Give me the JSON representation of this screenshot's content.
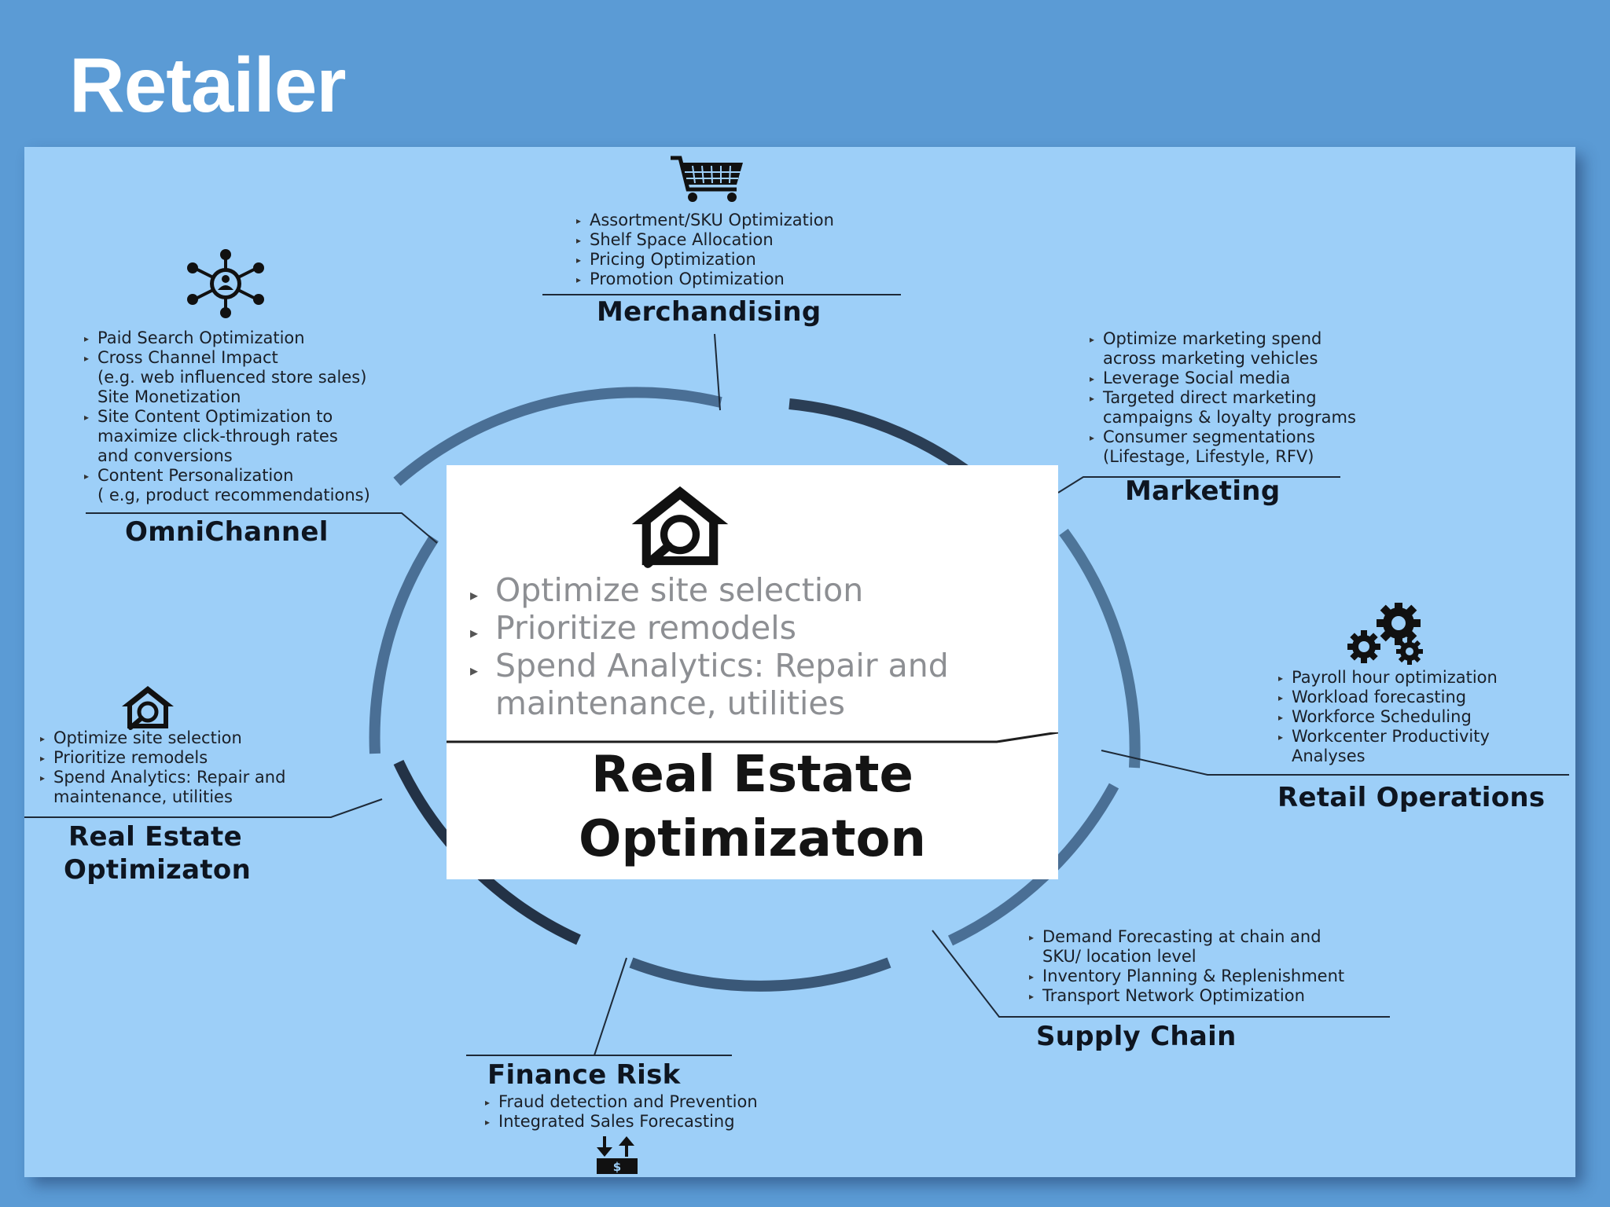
{
  "slide": {
    "title": "Retailer"
  },
  "center": {
    "title_line1": "Real Estate",
    "title_line2": "Optimizaton",
    "bullets": [
      "Optimize site selection",
      "Prioritize remodels",
      "Spend Analytics: Repair and",
      "maintenance, utilities"
    ]
  },
  "segments": {
    "merchandising": {
      "title": "Merchandising",
      "icon": "shopping-cart-icon",
      "bullets": [
        "Assortment/SKU Optimization",
        "Shelf Space Allocation",
        "Pricing Optimization",
        "Promotion Optimization"
      ]
    },
    "marketing": {
      "title": "Marketing",
      "bullets": [
        "Optimize marketing spend",
        "across marketing vehicles",
        "Leverage Social media",
        "Targeted direct marketing",
        "campaigns & loyalty programs",
        "Consumer segmentations",
        "(Lifestage, Lifestyle, RFV)"
      ]
    },
    "omnichannel": {
      "title": "OmniChannel",
      "icon": "network-people-icon",
      "bullets": [
        "Paid Search Optimization",
        "Cross Channel Impact",
        "(e.g. web influenced store sales)",
        "Site Monetization",
        "Site Content Optimization to",
        "maximize click-through rates",
        "and conversions",
        "Content Personalization",
        "( e.g, product recommendations)"
      ]
    },
    "retail_operations": {
      "title": "Retail Operations",
      "icon": "gears-icon",
      "bullets": [
        "Payroll hour optimization",
        "Workload forecasting",
        "Workforce Scheduling",
        "Workcenter Productivity",
        "Analyses"
      ]
    },
    "real_estate": {
      "title_line1": "Real Estate",
      "title_line2": "Optimizaton",
      "icon": "house-search-icon",
      "bullets": [
        "Optimize site selection",
        "Prioritize remodels",
        "Spend Analytics: Repair and",
        "maintenance, utilities"
      ]
    },
    "supply_chain": {
      "title": "Supply Chain",
      "bullets": [
        "Demand Forecasting at chain and",
        "SKU/ location level",
        "Inventory Planning & Replenishment",
        "Transport Network Optimization"
      ]
    },
    "finance_risk": {
      "title": "Finance Risk",
      "icon": "money-transfer-icon",
      "bullets": [
        "Fraud detection and Prevention",
        "Integrated Sales Forecasting"
      ]
    }
  }
}
